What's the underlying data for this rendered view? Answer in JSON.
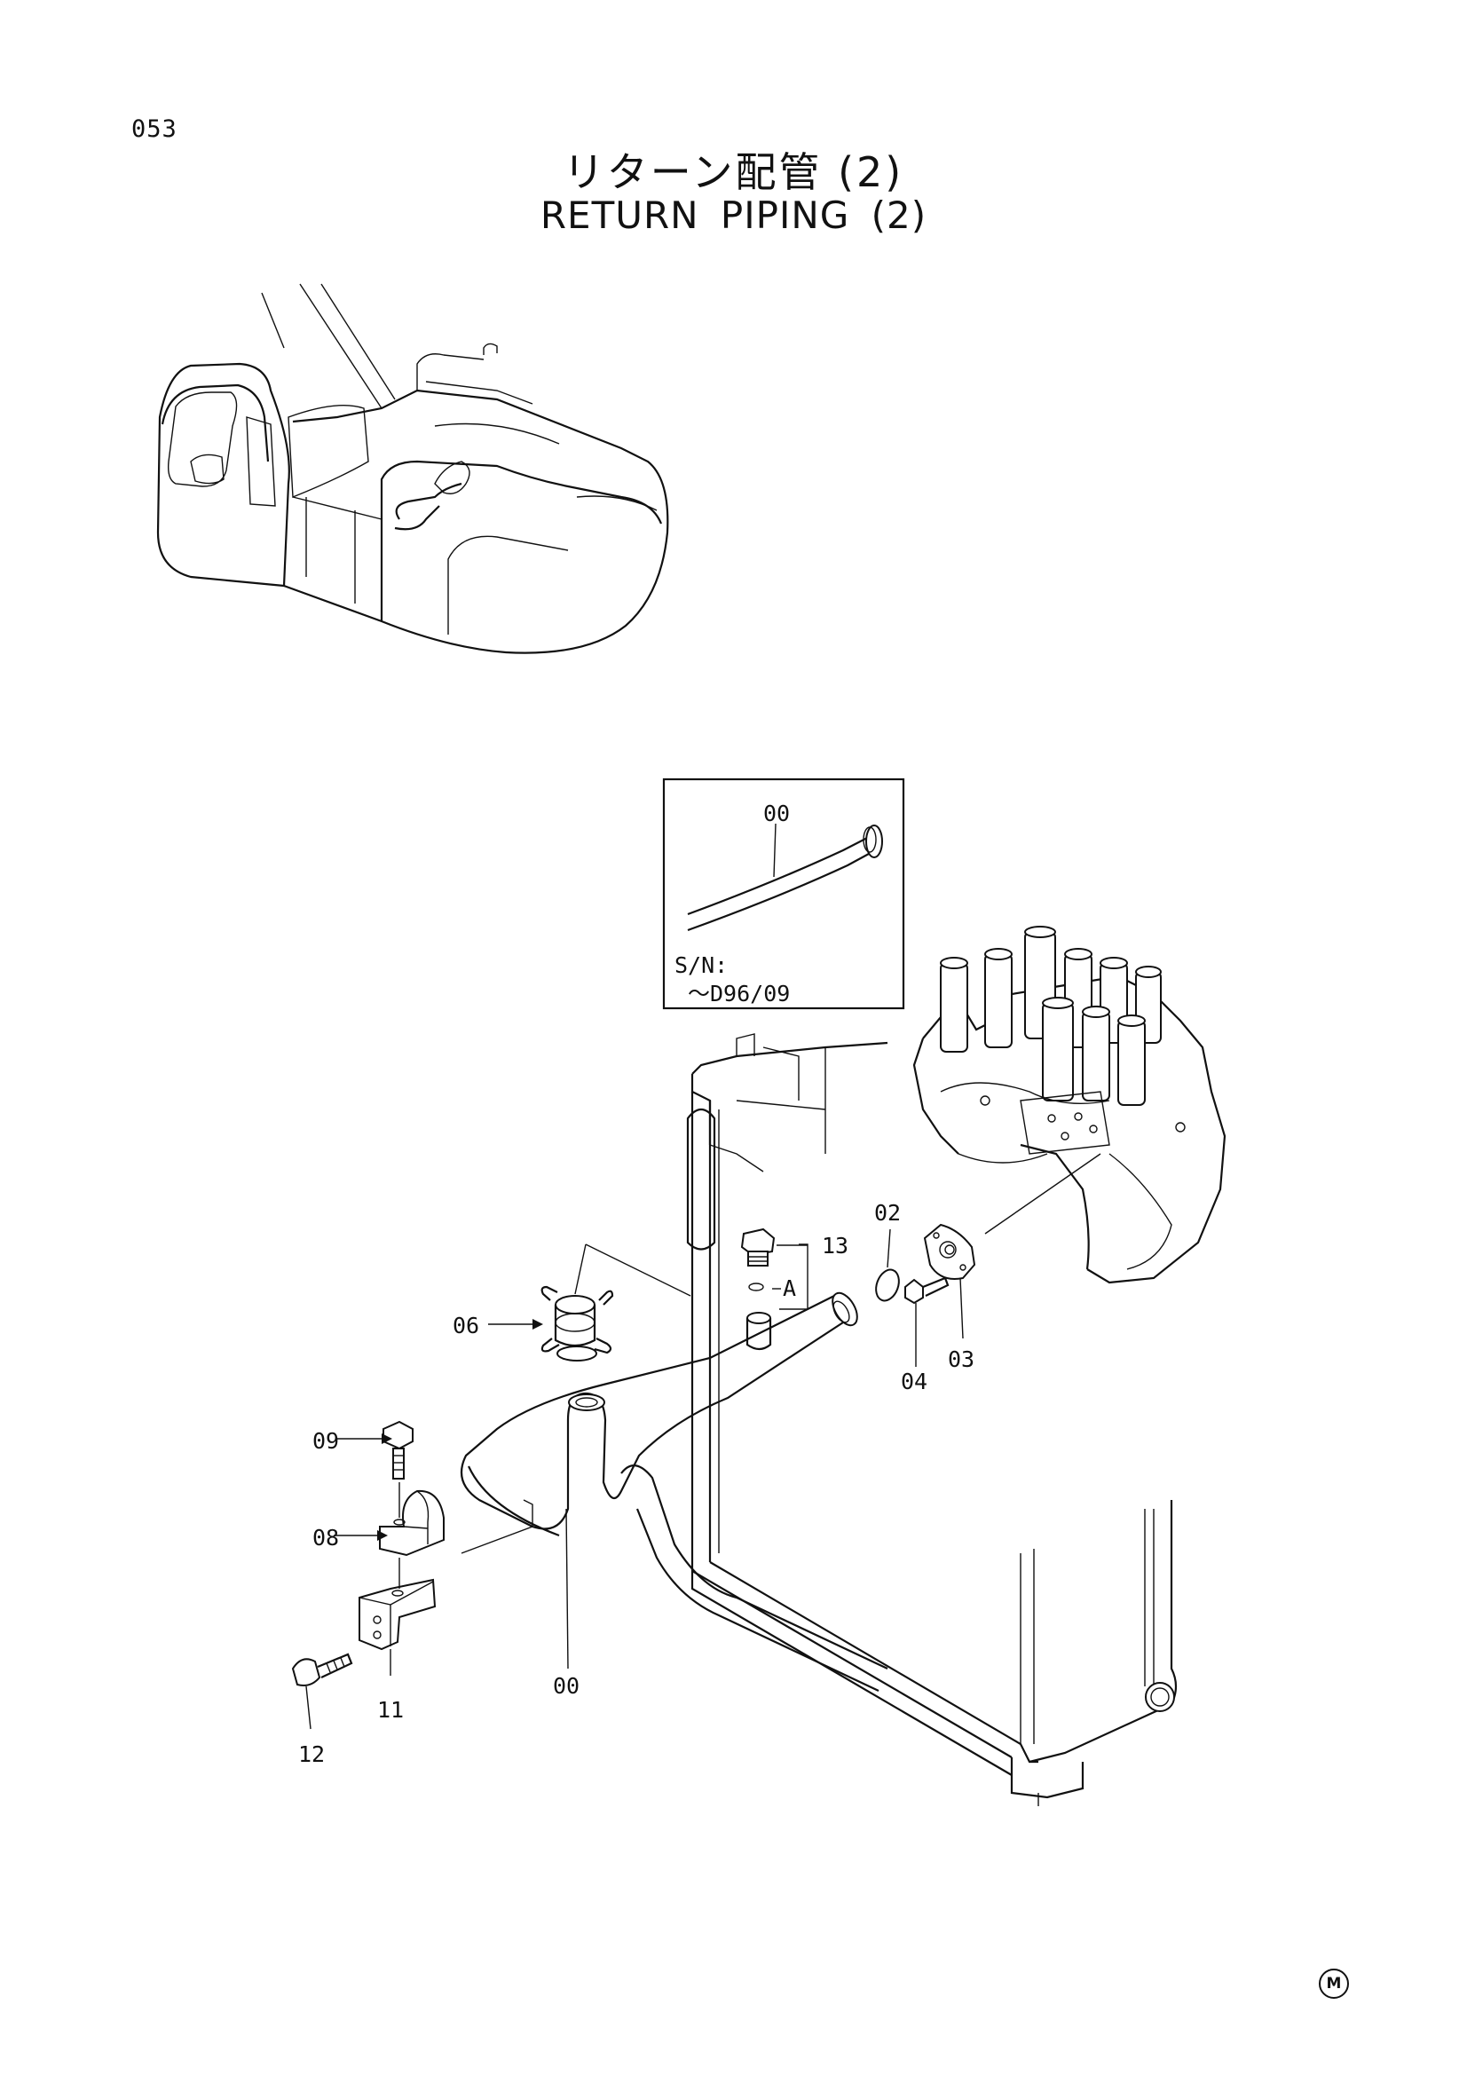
{
  "page": {
    "number": "053",
    "title_jp": "リターン配管 (2)",
    "title_en": "RETURN  PIPING (2)"
  },
  "inset": {
    "part_label": "00",
    "sn_label": "S/N:",
    "sn_range": "～D96/09"
  },
  "callouts": {
    "p00": "00",
    "p02": "02",
    "p03": "03",
    "p04": "04",
    "p06": "06",
    "p08": "08",
    "p09": "09",
    "p11": "11",
    "p12": "12",
    "p13": "13",
    "group_a": "A"
  },
  "footer": {
    "mark": "M"
  }
}
